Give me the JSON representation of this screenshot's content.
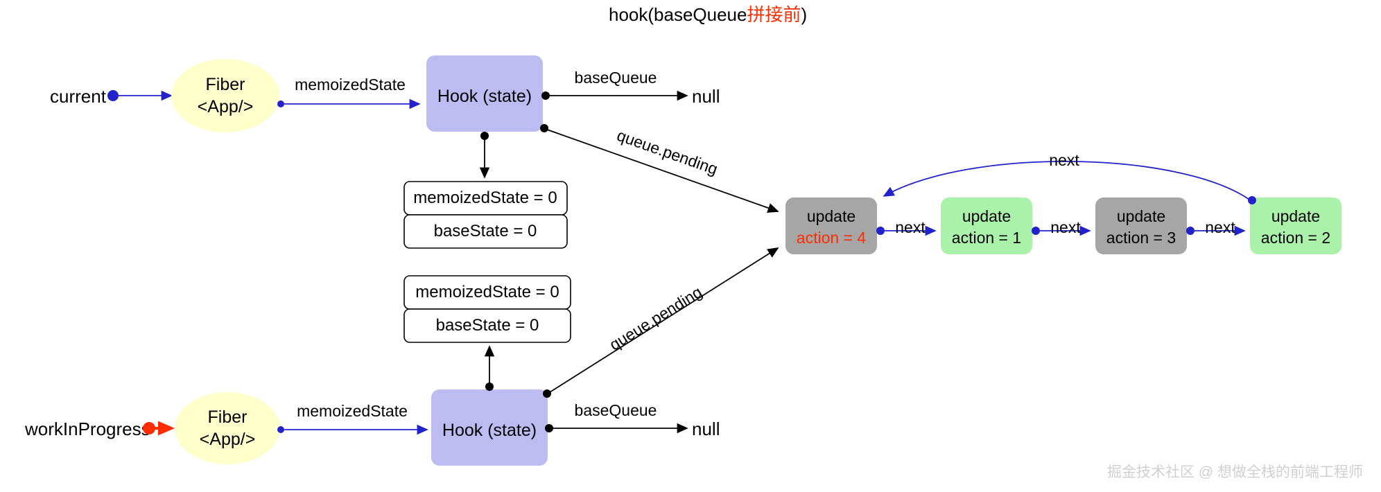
{
  "title": {
    "prefix": "hook(baseQueue",
    "accent": "拼接前",
    "suffix": ")"
  },
  "current_row": {
    "entry_label": "current",
    "fiber_line1": "Fiber",
    "fiber_line2": "<App/>",
    "memoized_edge": "memoizedState",
    "hook_label": "Hook (state)",
    "basequeue_edge": "baseQueue",
    "basequeue_target": "null",
    "queue_pending_edge": "queue.pending",
    "table": {
      "row1": "memoizedState = 0",
      "row2": "baseState = 0"
    }
  },
  "wip_row": {
    "entry_label": "workInProgress",
    "fiber_line1": "Fiber",
    "fiber_line2": "<App/>",
    "memoized_edge": "memoizedState",
    "hook_label": "Hook (state)",
    "basequeue_edge": "baseQueue",
    "basequeue_target": "null",
    "queue_pending_edge": "queue.pending",
    "table": {
      "row1": "memoizedState = 0",
      "row2": "baseState = 0"
    }
  },
  "queue": {
    "next_label": "next",
    "loop_label": "next",
    "updates": [
      {
        "title": "update",
        "action": "action = 4",
        "kind": "gray",
        "action_red": true
      },
      {
        "title": "update",
        "action": "action = 1",
        "kind": "green",
        "action_red": false
      },
      {
        "title": "update",
        "action": "action = 3",
        "kind": "gray",
        "action_red": false
      },
      {
        "title": "update",
        "action": "action = 2",
        "kind": "green",
        "action_red": false
      }
    ]
  },
  "watermark": "掘金技术社区 @ 想做全栈的前端工程师",
  "colors": {
    "fiber_fill": "#ffffcc",
    "hook_fill": "#bcbcf2",
    "update_gray": "#a6a6a6",
    "update_green": "#aaf2aa",
    "accent_red": "#ff2d00",
    "edge_blue": "#2222cc"
  }
}
